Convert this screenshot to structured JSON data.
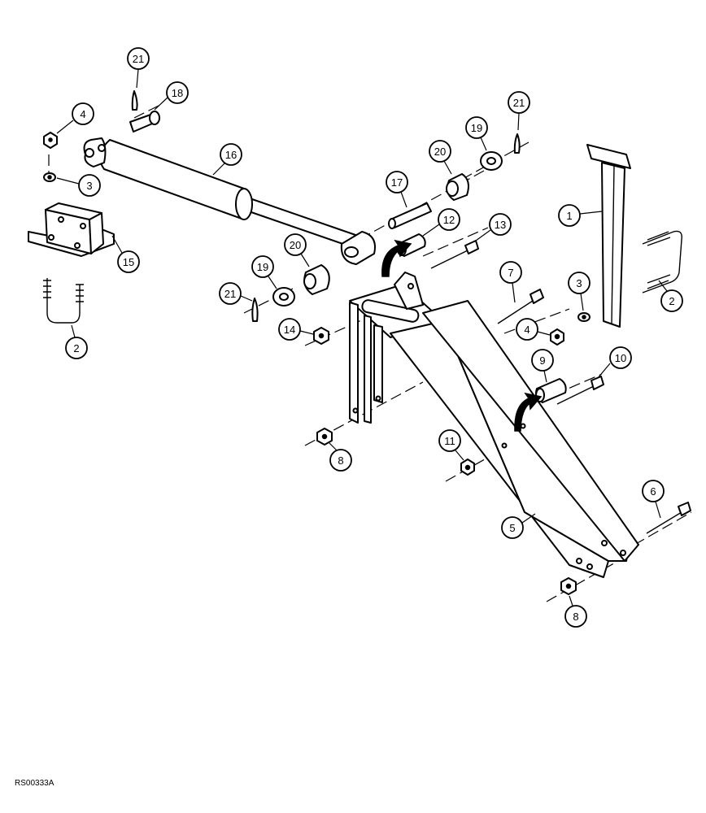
{
  "figure": {
    "code": "RS00333A"
  },
  "callouts": {
    "c1": "1",
    "c2a": "2",
    "c2b": "2",
    "c3a": "3",
    "c3b": "3",
    "c4a": "4",
    "c4b": "4",
    "c5": "5",
    "c6": "6",
    "c7": "7",
    "c8a": "8",
    "c8b": "8",
    "c9": "9",
    "c10": "10",
    "c11": "11",
    "c12": "12",
    "c13": "13",
    "c14": "14",
    "c15": "15",
    "c16": "16",
    "c17": "17",
    "c18": "18",
    "c19a": "19",
    "c19b": "19",
    "c20a": "20",
    "c20b": "20",
    "c21a": "21",
    "c21b": "21",
    "c21c": "21"
  }
}
